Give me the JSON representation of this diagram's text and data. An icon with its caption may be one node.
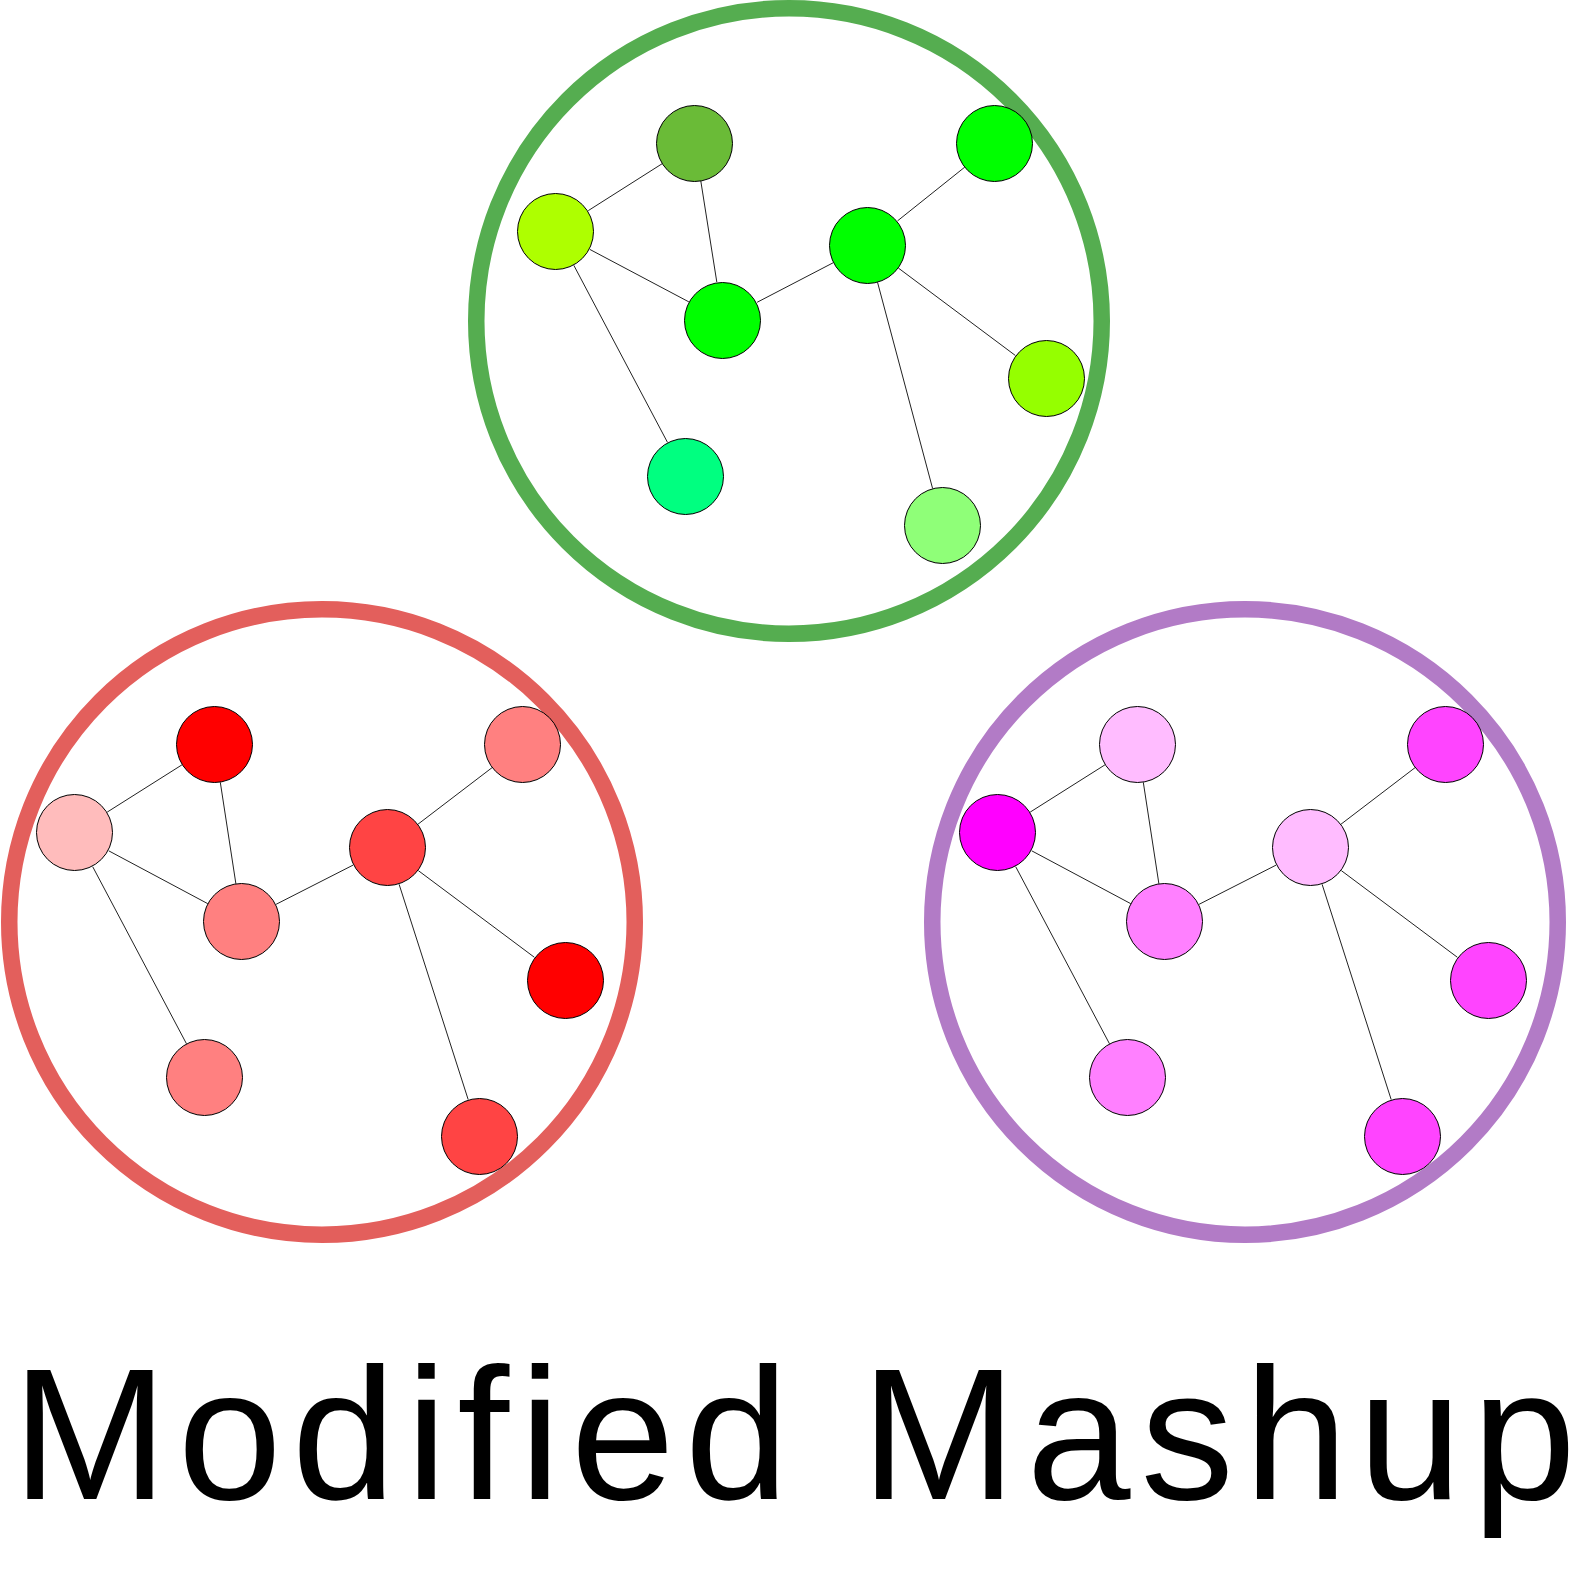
{
  "diagram": {
    "title": "Modified Mashup",
    "nodes": [
      {
        "text": [],
        "shape": "circle"
      },
      {
        "text": [],
        "shape": "circle",
        "in": 0
      },
      {
        "text": [],
        "shape": "circle",
        "in": 0
      },
      {
        "text": [],
        "shape": "circle",
        "in": 0
      },
      {
        "text": [],
        "shape": "circle",
        "in": 0
      },
      {
        "text": [],
        "shape": "circle",
        "in": 0
      },
      {
        "text": [],
        "shape": "circle",
        "in": 0
      },
      {
        "text": [],
        "shape": "circle",
        "in": 0
      },
      {
        "text": [],
        "shape": "circle",
        "in": 0
      },
      {
        "text": [],
        "shape": "circle"
      },
      {
        "text": [],
        "shape": "circle",
        "in": 9
      },
      {
        "text": [],
        "shape": "circle",
        "in": 9
      },
      {
        "text": [],
        "shape": "circle",
        "in": 9
      },
      {
        "text": [],
        "shape": "circle",
        "in": 9
      },
      {
        "text": [],
        "shape": "circle",
        "in": 9
      },
      {
        "text": [],
        "shape": "circle",
        "in": 9
      },
      {
        "text": [],
        "shape": "circle",
        "in": 9
      },
      {
        "text": [],
        "shape": "circle",
        "in": 9
      },
      {
        "text": [],
        "shape": "circle"
      },
      {
        "text": [],
        "shape": "circle",
        "in": 18
      },
      {
        "text": [],
        "shape": "circle",
        "in": 18
      },
      {
        "text": [],
        "shape": "circle",
        "in": 18
      },
      {
        "text": [],
        "shape": "circle",
        "in": 18
      },
      {
        "text": [],
        "shape": "circle",
        "in": 18
      },
      {
        "text": [],
        "shape": "circle",
        "in": 18
      },
      {
        "text": [],
        "shape": "circle",
        "in": 18
      },
      {
        "text": [],
        "shape": "circle",
        "in": 18
      }
    ],
    "edges": [
      {
        "from": 3,
        "to": 1,
        "arrow": "none"
      },
      {
        "from": 1,
        "to": 5,
        "arrow": "none"
      },
      {
        "from": 3,
        "to": 5,
        "arrow": "none"
      },
      {
        "from": 3,
        "to": 7,
        "arrow": "none"
      },
      {
        "from": 5,
        "to": 4,
        "arrow": "none"
      },
      {
        "from": 4,
        "to": 2,
        "arrow": "none"
      },
      {
        "from": 4,
        "to": 6,
        "arrow": "none"
      },
      {
        "from": 4,
        "to": 8,
        "arrow": "none"
      },
      {
        "from": 12,
        "to": 10,
        "arrow": "none"
      },
      {
        "from": 10,
        "to": 14,
        "arrow": "none"
      },
      {
        "from": 12,
        "to": 14,
        "arrow": "none"
      },
      {
        "from": 12,
        "to": 16,
        "arrow": "none"
      },
      {
        "from": 14,
        "to": 13,
        "arrow": "none"
      },
      {
        "from": 13,
        "to": 11,
        "arrow": "none"
      },
      {
        "from": 13,
        "to": 15,
        "arrow": "none"
      },
      {
        "from": 13,
        "to": 17,
        "arrow": "none"
      },
      {
        "from": 21,
        "to": 19,
        "arrow": "none"
      },
      {
        "from": 19,
        "to": 23,
        "arrow": "none"
      },
      {
        "from": 21,
        "to": 23,
        "arrow": "none"
      },
      {
        "from": 21,
        "to": 25,
        "arrow": "none"
      },
      {
        "from": 23,
        "to": 22,
        "arrow": "none"
      },
      {
        "from": 22,
        "to": 20,
        "arrow": "none"
      },
      {
        "from": 22,
        "to": 24,
        "arrow": "none"
      },
      {
        "from": 22,
        "to": 26,
        "arrow": "none"
      }
    ]
  }
}
